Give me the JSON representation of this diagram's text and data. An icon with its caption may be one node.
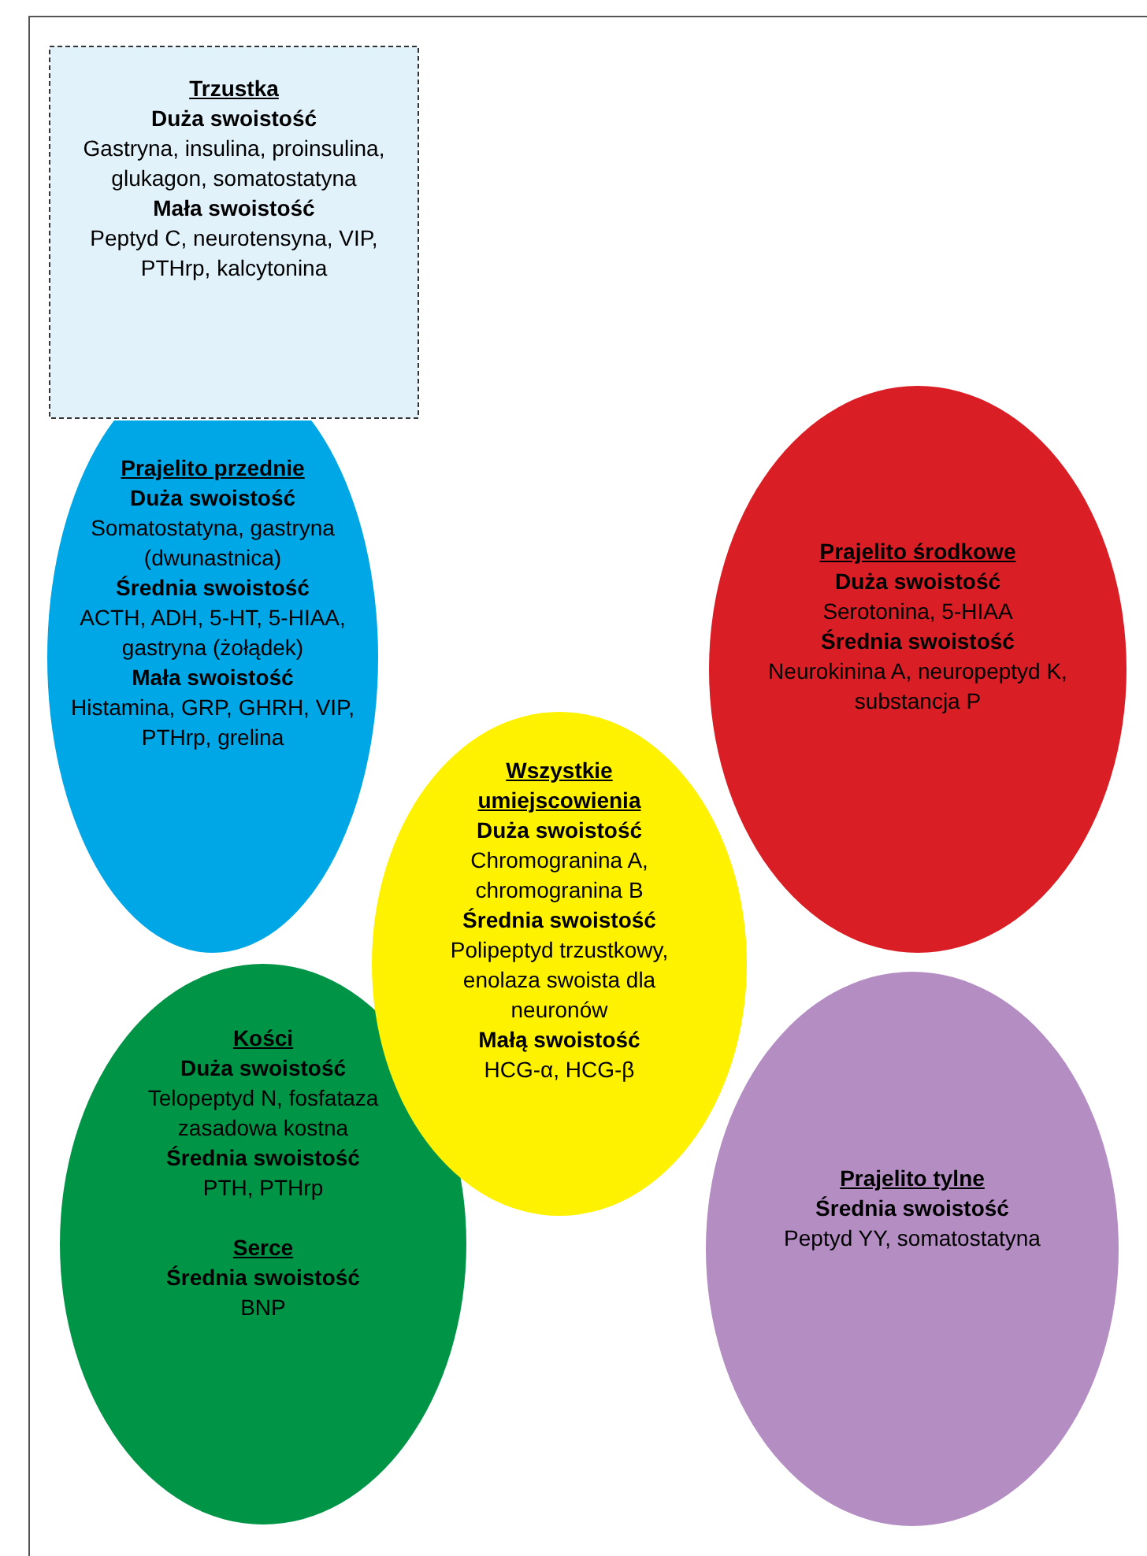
{
  "diagram": {
    "nodes": [
      {
        "text": [
          "Trzustka",
          "Duża swoistość",
          "Gastryna, insulina, proinsulina, glukagon, somatostatyna",
          "Mała swoistość",
          "Peptyd C, neurotensyna, VIP, PTHrp, kalcytonina"
        ]
      },
      {
        "text": [
          "Prajelito przednie",
          "Duża swoistość",
          "Somatostatyna, gastryna (dwunastnica)",
          "Średnia swoistość",
          "ACTH, ADH, 5-HT, 5-HIAA, gastryna (żołądek)",
          "Mała swoistość",
          "Histamina, GRP, GHRH, VIP, PTHrp, grelina"
        ]
      },
      {
        "text": [
          "Prajelito środkowe",
          "Duża swoistość",
          "Serotonina, 5-HIAA",
          "Średnia swoistość",
          "Neurokinina A, neuropeptyd K, substancja P"
        ]
      },
      {
        "text": [
          "Wszystkie umiejscowienia",
          "Duża swoistość",
          "Chromogranina A, chromogranina B",
          "Średnia swoistość",
          "Polipeptyd trzustkowy, enolaza swoista dla neuronów",
          "Małą swoistość",
          "HCG-α, HCG-β"
        ]
      },
      {
        "text": [
          "Kości",
          "Duża swoistość",
          "Telopeptyd N, fosfataza zasadowa kostna",
          "Średnia swoistość",
          "PTH, PTHrp",
          "Serce",
          "Średnia swoistość",
          "BNP"
        ]
      },
      {
        "text": [
          "Prajelito tylne",
          "Średnia swoistość",
          "Peptyd YY, somatostatyna"
        ]
      }
    ]
  }
}
